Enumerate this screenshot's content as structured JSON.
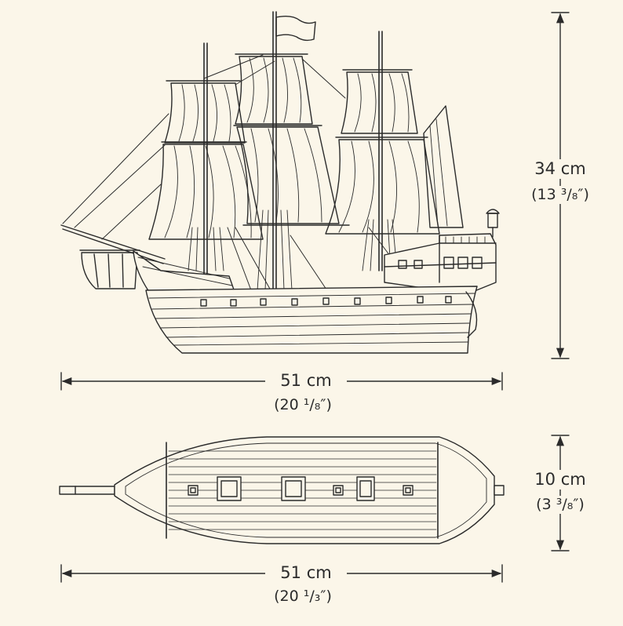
{
  "dimensions": {
    "side_view": {
      "height": {
        "metric": "34 cm",
        "imperial": "(13 ³/₈″)"
      },
      "length": {
        "metric": "51 cm",
        "imperial": "(20 ¹/₈″)"
      }
    },
    "top_view": {
      "width": {
        "metric": "10 cm",
        "imperial": "(3 ³/₈″)"
      },
      "length": {
        "metric": "51 cm",
        "imperial": "(20 ¹/₃″)"
      }
    }
  },
  "colors": {
    "background": "#fbf6e9",
    "line": "#2b2b2b"
  }
}
